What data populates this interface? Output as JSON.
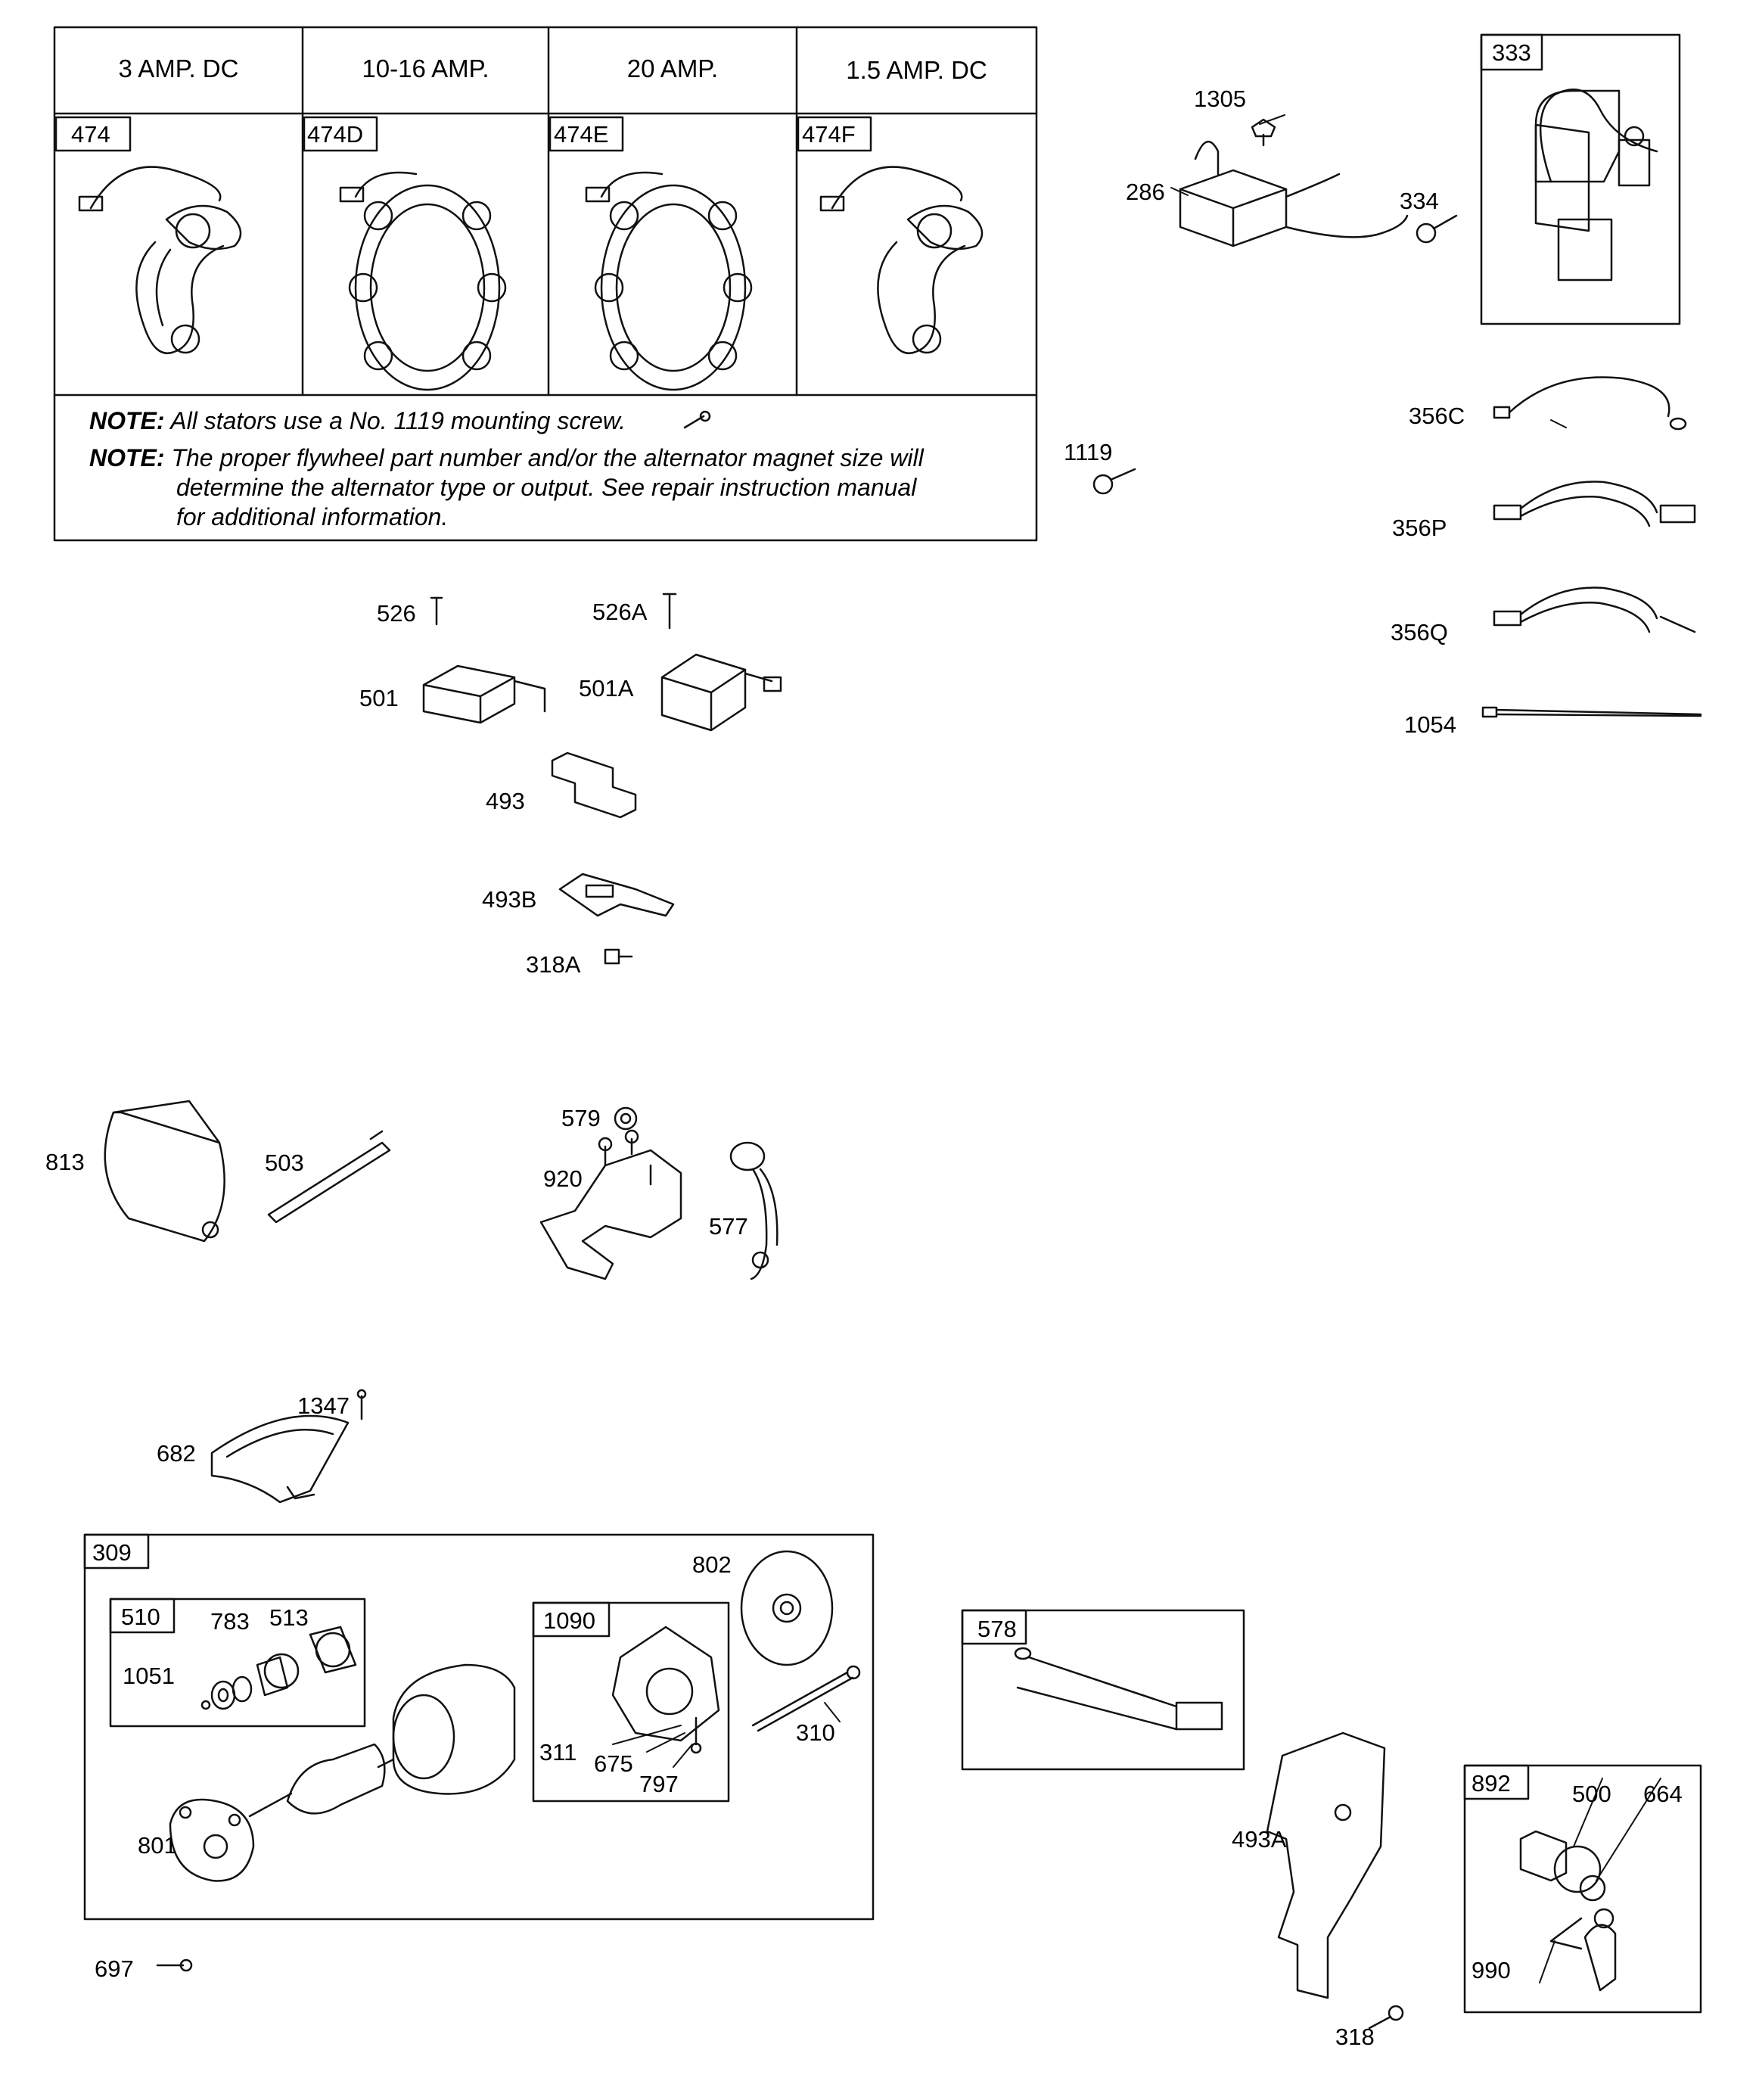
{
  "stator_table": {
    "headers": [
      "3 AMP. DC",
      "10-16 AMP.",
      "20 AMP.",
      "1.5 AMP. DC"
    ],
    "parts": [
      "474",
      "474D",
      "474E",
      "474F"
    ]
  },
  "notes": [
    {
      "key": "NOTE:",
      "lines": [
        "All stators use a No. 1119 mounting screw."
      ]
    },
    {
      "key": "NOTE:",
      "lines": [
        "The proper flywheel part number and/or the alternator magnet size will",
        "determine the alternator type or output. See repair instruction manual",
        "for additional information."
      ]
    }
  ],
  "labels": {
    "p1305": "1305",
    "p286": "286",
    "p334": "334",
    "p333": "333",
    "p356C": "356C",
    "p356P": "356P",
    "p356Q": "356Q",
    "p1054": "1054",
    "p1119": "1119",
    "p526": "526",
    "p526A": "526A",
    "p501": "501",
    "p501A": "501A",
    "p493": "493",
    "p493B": "493B",
    "p318A": "318A",
    "p813": "813",
    "p503": "503",
    "p579": "579",
    "p920": "920",
    "p577": "577",
    "p1347": "1347",
    "p682": "682",
    "p309": "309",
    "p802": "802",
    "p510": "510",
    "p783": "783",
    "p513": "513",
    "p1051": "1051",
    "p1090": "1090",
    "p311": "311",
    "p675": "675",
    "p797": "797",
    "p310": "310",
    "p801": "801",
    "p697": "697",
    "p578": "578",
    "p493A": "493A",
    "p892": "892",
    "p500": "500",
    "p664": "664",
    "p990": "990",
    "p318": "318"
  }
}
